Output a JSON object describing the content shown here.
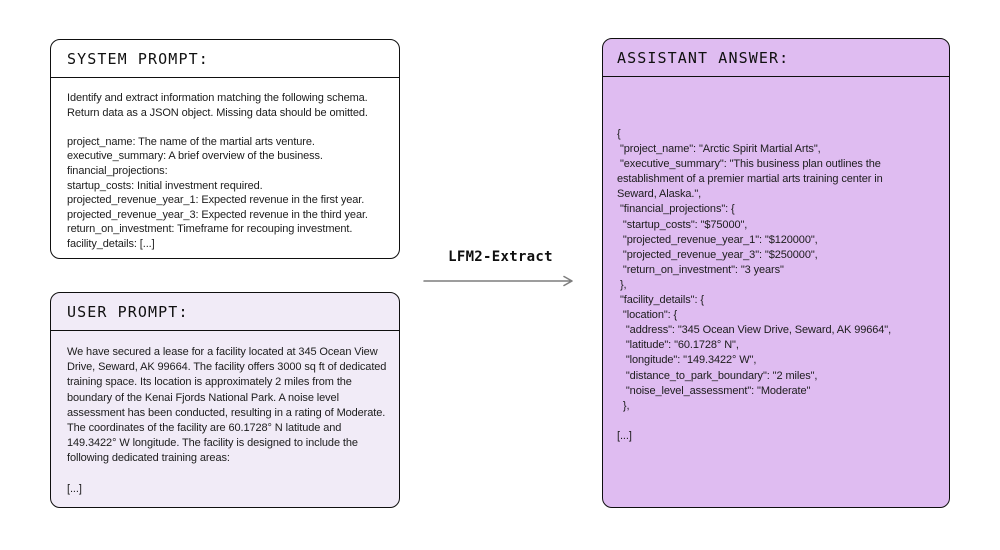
{
  "system_prompt": {
    "title": "SYSTEM PROMPT:",
    "body": "Identify and extract information matching the following schema.\nReturn data as a JSON object. Missing data should be omitted.\n\nproject_name: The name of the martial arts venture.\nexecutive_summary: A brief overview of the business.\nfinancial_projections:\nstartup_costs: Initial investment required.\nprojected_revenue_year_1: Expected revenue in the first year.\nprojected_revenue_year_3: Expected revenue in the third year.\nreturn_on_investment: Timeframe for recouping investment.\nfacility_details: [...]"
  },
  "user_prompt": {
    "title": "USER PROMPT:",
    "body": "We have secured a lease for a facility located at 345 Ocean View Drive, Seward, AK 99664. The facility offers 3000 sq ft of dedicated training space. Its location is approximately 2 miles from the boundary of the Kenai Fjords National Park. A noise level assessment has been conducted, resulting in a rating of Moderate. The coordinates of the facility are 60.1728° N latitude and 149.3422° W longitude. The facility is designed to include the following dedicated training areas:\n\n[...]"
  },
  "model": {
    "label": "LFM2-Extract"
  },
  "assistant_answer": {
    "title": "ASSISTANT ANSWER:",
    "body": "{\n \"project_name\": \"Arctic Spirit Martial Arts\",\n \"executive_summary\": \"This business plan outlines the\nestablishment of a premier martial arts training center in\nSeward, Alaska.\",\n \"financial_projections\": {\n  \"startup_costs\": \"$75000\",\n  \"projected_revenue_year_1\": \"$120000\",\n  \"projected_revenue_year_3\": \"$250000\",\n  \"return_on_investment\": \"3 years\"\n },\n \"facility_details\": {\n  \"location\": {\n   \"address\": \"345 Ocean View Drive, Seward, AK 99664\",\n   \"latitude\": \"60.1728° N\",\n   \"longitude\": \"149.3422° W\",\n   \"distance_to_park_boundary\": \"2 miles\",\n   \"noise_level_assessment\": \"Moderate\"\n  },\n\n[...]"
  },
  "colors": {
    "assistant_bg": "#dfbcf1",
    "user_bg": "#f1ebf7",
    "border": "#0f0f0f",
    "text": "#1c1c1c",
    "arrow": "#7d7d7d"
  }
}
